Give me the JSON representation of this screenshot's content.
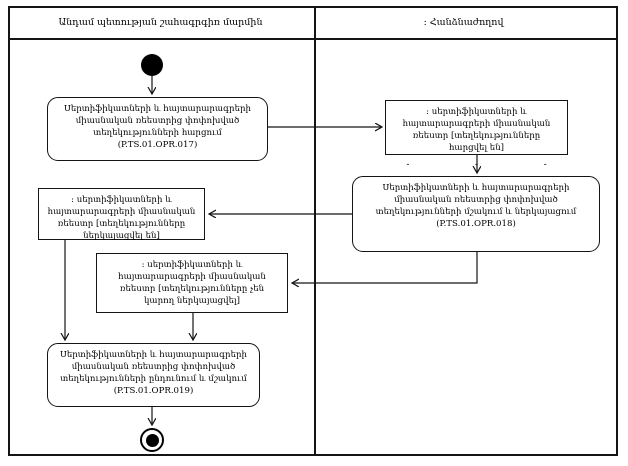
{
  "diagram": {
    "type": "uml-activity-diagram",
    "colors": {
      "line": "#141414",
      "background": "#ffffff",
      "node_fill": "#ffffff",
      "initial_final_node": "#000000"
    },
    "lanes": [
      {
        "id": "member-state",
        "title": "Անդամ պետության շահագրգիռ մարմին"
      },
      {
        "id": "commission",
        "title": ": Հանձնաժողով"
      }
    ],
    "nodes": {
      "opr017": {
        "kind": "activity",
        "lane": "member-state",
        "text": "Սերտիֆիկատների և հայտարարագրերի միասնական ռեեստրից փոփոխված տեղեկությունների հարցում (P.TS.01.OPR.017)"
      },
      "reg_requested": {
        "kind": "object",
        "lane": "commission",
        "text": ": սերտիֆիկատների և հայտարարագրերի միասնական ռեեստր [տեղեկությունները հարցվել են]",
        "dashes": [
          "-",
          "-",
          "-"
        ]
      },
      "opr018": {
        "kind": "activity",
        "lane": "commission",
        "text": "Սերտիֆիկատների և հայտարարագրերի միասնական ռեեստրից փոփոխված տեղեկությունների մշակում և ներկայացում (P.TS.01.OPR.018)"
      },
      "reg_presented": {
        "kind": "object",
        "lane": "member-state",
        "text": ": սերտիֆիկատների և հայտարարագրերի միասնական ռեեստր [տեղեկությունները ներկայացվել են]"
      },
      "reg_not_presented": {
        "kind": "object",
        "lane": "member-state",
        "text": ": սերտիֆիկատների և հայտարարագրերի միասնական ռեեստր [տեղեկությունները չեն կարող ներկայացվել]"
      },
      "opr019": {
        "kind": "activity",
        "lane": "member-state",
        "text": "Սերտիֆիկատների և հայտարարագրերի միասնական ռեեստրից փոփոխված տեղեկությունների ընդունում և մշակում (P.TS.01.OPR.019)"
      }
    },
    "flow": [
      "initial -> opr017",
      "opr017 -> reg_requested",
      "reg_requested -> opr018",
      "opr018 -> reg_presented",
      "opr018 -> reg_not_presented",
      "reg_presented -> opr019",
      "reg_not_presented -> opr019",
      "opr019 -> final"
    ]
  }
}
